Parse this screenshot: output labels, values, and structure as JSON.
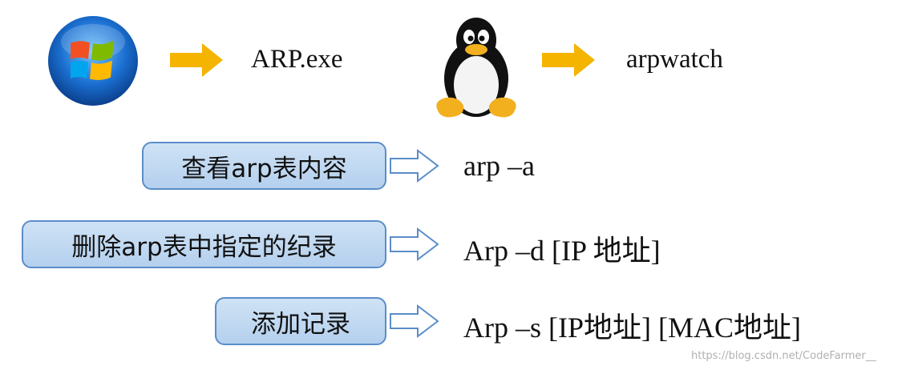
{
  "top_row": {
    "windows_icon": "windows-logo-icon",
    "windows_tool": "ARP.exe",
    "linux_icon": "linux-tux-icon",
    "linux_tool": "arpwatch",
    "arrow_color": "#f5b400"
  },
  "commands": [
    {
      "label": "查看arp表内容",
      "command": "arp  –a"
    },
    {
      "label": "删除arp表中指定的纪录",
      "command": "Arp –d [IP 地址]"
    },
    {
      "label": "添加记录",
      "command": "Arp –s [IP地址] [MAC地址]"
    }
  ],
  "colors": {
    "pill_fill": "#bcd6f0",
    "pill_border": "#5b8dc9",
    "hollow_arrow": "#5b8dc9"
  },
  "watermark": "https://blog.csdn.net/CodeFarmer__"
}
